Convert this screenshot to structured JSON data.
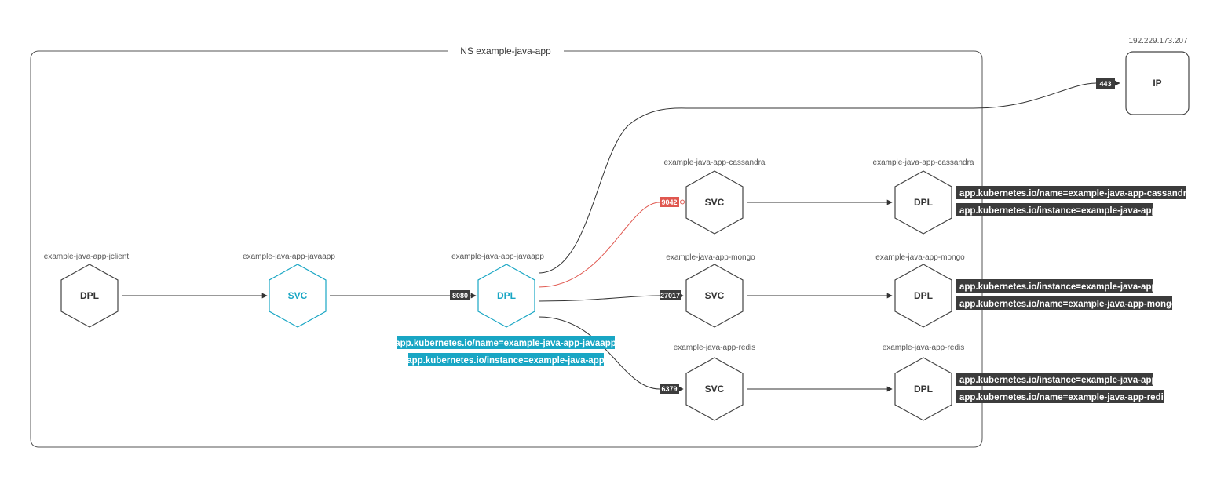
{
  "namespace": {
    "title": "NS example-java-app"
  },
  "colors": {
    "accent": "#19a6c4",
    "error": "#e0574f",
    "neutral": "#3c3c3c"
  },
  "external": {
    "ip_address": "192.229.173.207",
    "type": "IP",
    "port": "443"
  },
  "nodes": {
    "jclient": {
      "caption": "example-java-app-jclient",
      "type": "DPL",
      "selected": false,
      "labels": []
    },
    "javaapp_svc": {
      "caption": "example-java-app-javaapp",
      "type": "SVC",
      "selected": true,
      "labels": []
    },
    "javaapp_dpl": {
      "caption": "example-java-app-javaapp",
      "type": "DPL",
      "selected": true,
      "port": "8080",
      "labels": [
        "app.kubernetes.io/name=example-java-app-javaapp",
        "app.kubernetes.io/instance=example-java-app"
      ]
    },
    "cassandra_svc": {
      "caption": "example-java-app-cassandra",
      "type": "SVC",
      "selected": false,
      "port": "9042",
      "port_error": true,
      "labels": []
    },
    "mongo_svc": {
      "caption": "example-java-app-mongo",
      "type": "SVC",
      "selected": false,
      "port": "27017",
      "labels": []
    },
    "redis_svc": {
      "caption": "example-java-app-redis",
      "type": "SVC",
      "selected": false,
      "port": "6379",
      "labels": []
    },
    "cassandra_dpl": {
      "caption": "example-java-app-cassandra",
      "type": "DPL",
      "selected": false,
      "labels": [
        "app.kubernetes.io/name=example-java-app-cassandra",
        "app.kubernetes.io/instance=example-java-app"
      ]
    },
    "mongo_dpl": {
      "caption": "example-java-app-mongo",
      "type": "DPL",
      "selected": false,
      "labels": [
        "app.kubernetes.io/instance=example-java-app",
        "app.kubernetes.io/name=example-java-app-mongo"
      ]
    },
    "redis_dpl": {
      "caption": "example-java-app-redis",
      "type": "DPL",
      "selected": false,
      "labels": [
        "app.kubernetes.io/instance=example-java-app",
        "app.kubernetes.io/name=example-java-app-redis"
      ]
    }
  }
}
